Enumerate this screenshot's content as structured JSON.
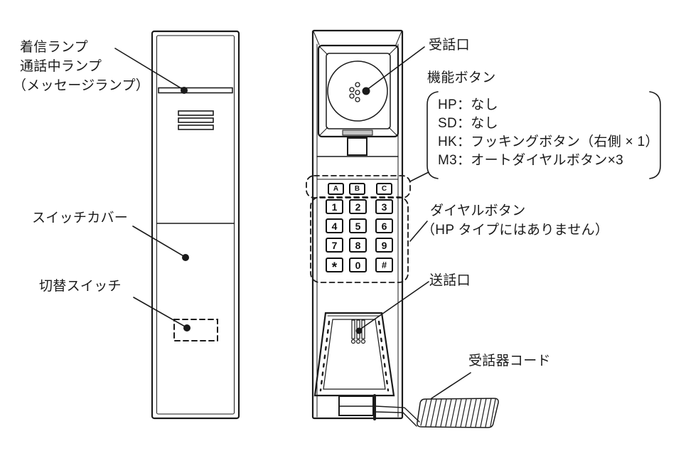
{
  "figure": {
    "type": "telephone-handset-diagram",
    "line_color": "#1a1a1a",
    "background_color": "#ffffff"
  },
  "left_unit": {
    "lamp_label_line1": "着信ランプ",
    "lamp_label_line2": "通話中ランプ",
    "lamp_label_line3": "（メッセージランプ）",
    "switch_cover_label": "スイッチカバー",
    "switch_label": "切替スイッチ"
  },
  "handset": {
    "earpiece_label": "受話口",
    "function_button_label": "機能ボタン",
    "function_notes": [
      "HP：なし",
      "SD：なし",
      "HK：フッキングボタン（右側 × 1）",
      "M3：オートダイヤルボタン×3"
    ],
    "dial_button_label_line1": "ダイヤルボタン",
    "dial_button_label_line2": "（HP タイプにはありません）",
    "mouthpiece_label": "送話口",
    "cord_label": "受話器コード",
    "memory_keys": [
      "A",
      "B",
      "C"
    ],
    "dial_keys": [
      "1",
      "2",
      "3",
      "4",
      "5",
      "6",
      "7",
      "8",
      "9",
      "*",
      "0",
      "#"
    ]
  }
}
